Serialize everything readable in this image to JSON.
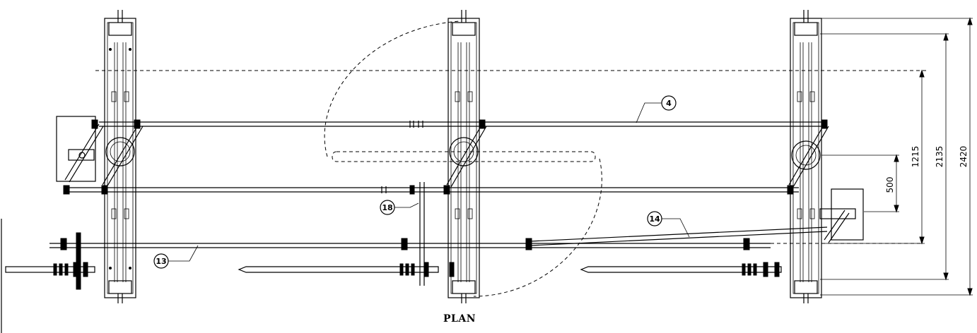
{
  "drawing": {
    "view_title": "PLAN",
    "callouts": [
      {
        "id": "callout-4",
        "text": "4"
      },
      {
        "id": "callout-13",
        "text": "13"
      },
      {
        "id": "callout-14",
        "text": "14"
      },
      {
        "id": "callout-18",
        "text": "18"
      }
    ],
    "dimensions": [
      {
        "id": "dim-500",
        "text": "500"
      },
      {
        "id": "dim-1215",
        "text": "1215"
      },
      {
        "id": "dim-2135",
        "text": "2135"
      },
      {
        "id": "dim-2420",
        "text": "2420"
      }
    ]
  }
}
